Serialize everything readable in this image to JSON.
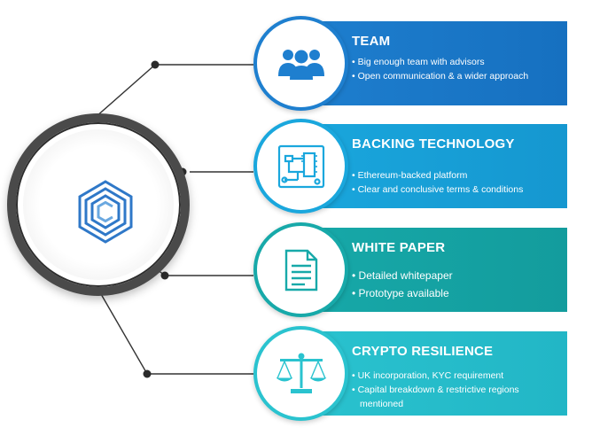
{
  "colors": {
    "team": "#1e7fcf",
    "backing": "#1aa7dd",
    "whitepaper": "#17a9a9",
    "crypto": "#2ac3cf",
    "connector": "#333333",
    "hub_ring": "#4a4a4a"
  },
  "hub": {
    "icon": "hexagon-c-logo-icon"
  },
  "items": [
    {
      "id": "team",
      "title": "TEAM",
      "icon": "team-people-icon",
      "bullets": [
        "Big enough team with advisors",
        "Open communication & a wider approach"
      ]
    },
    {
      "id": "backing",
      "title": "BACKING TECHNOLOGY",
      "icon": "circuit-board-icon",
      "bullets": [
        "Ethereum-backed platform",
        "Clear and conclusive terms & conditions"
      ]
    },
    {
      "id": "whitepaper",
      "title": "WHITE PAPER",
      "icon": "document-icon",
      "bullets": [
        "Detailed whitepaper",
        "Prototype available"
      ]
    },
    {
      "id": "crypto",
      "title": "CRYPTO RESILIENCE",
      "icon": "balance-scale-icon",
      "bullets": [
        "UK incorporation, KYC requirement",
        "Capital breakdown & restrictive regions mentioned"
      ]
    }
  ]
}
